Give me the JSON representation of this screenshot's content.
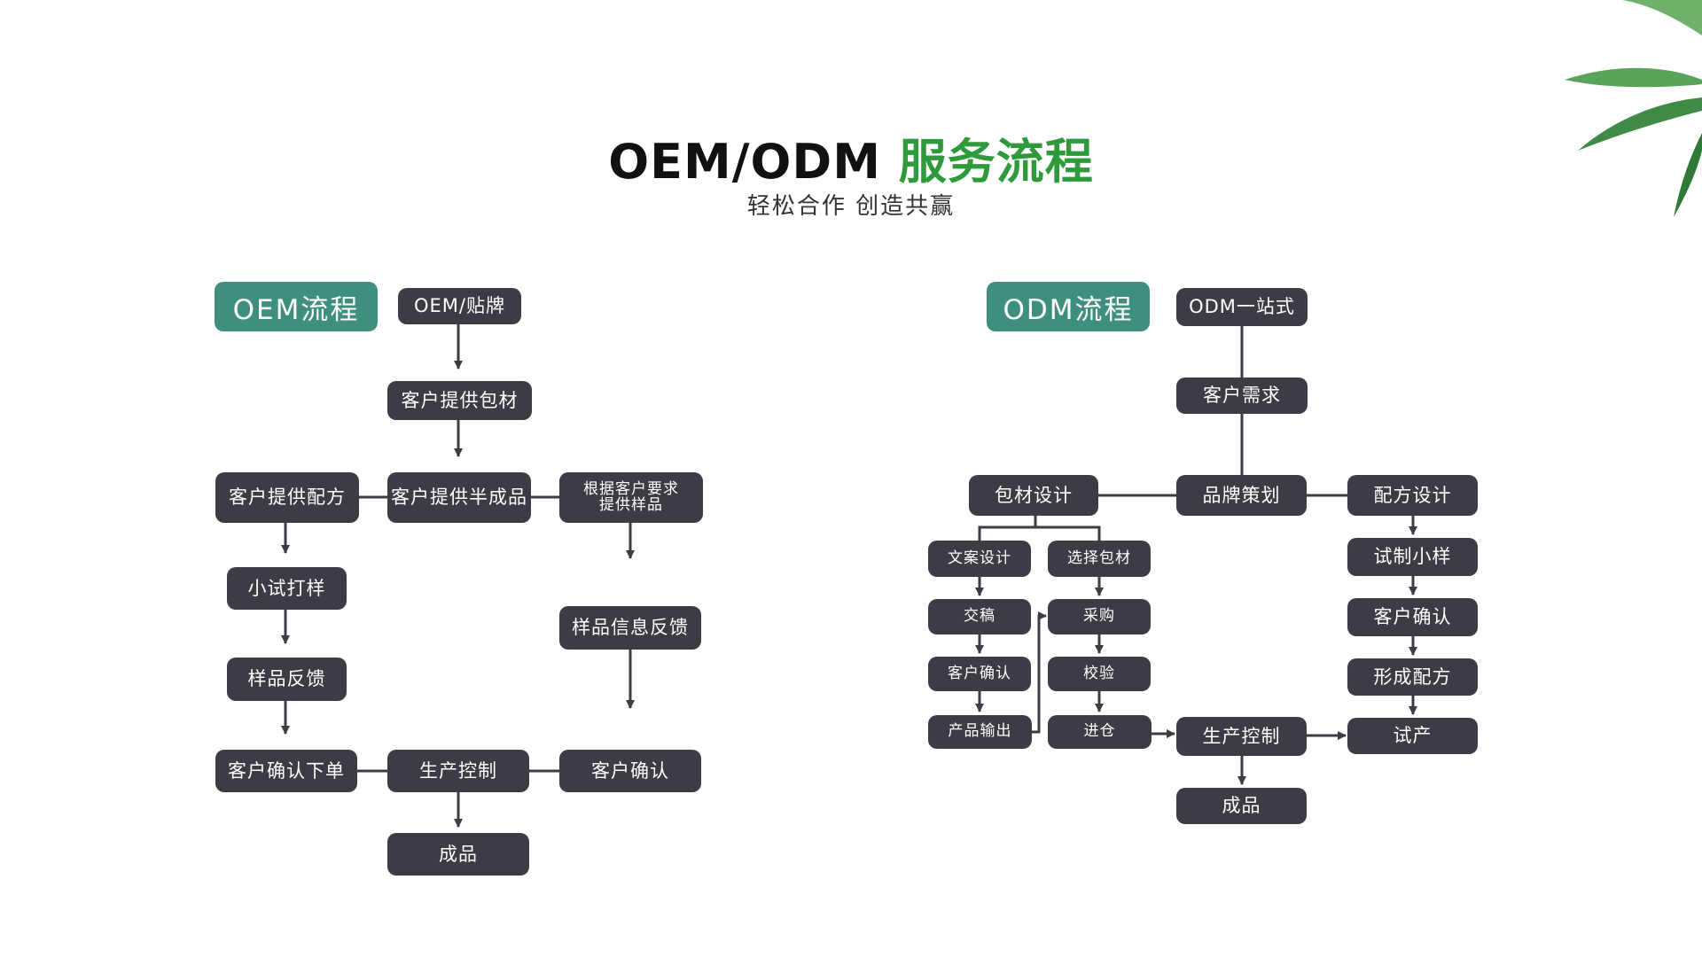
{
  "title": {
    "part1": "OEM/ODM ",
    "part2": "服务流程"
  },
  "subtitle": "轻松合作  创造共赢",
  "colors": {
    "node_bg": "#3c3d44",
    "tag_bg": "#3f8f7f",
    "title_accent": "#2f9a3b",
    "line": "#3c3d44"
  },
  "oem": {
    "tag": "OEM流程",
    "nodes": {
      "start": "OEM/贴牌",
      "provide_pack": "客户提供包材",
      "provide_formula": "客户提供配方",
      "provide_semi": "客户提供半成品",
      "sample_req": "根据客户要求\n提供样品",
      "trial": "小试打样",
      "sample_feedback": "样品反馈",
      "sample_info": "样品信息反馈",
      "confirm_order": "客户确认下单",
      "production": "生产控制",
      "confirm": "客户确认",
      "product": "成品"
    }
  },
  "odm": {
    "tag": "ODM流程",
    "nodes": {
      "start": "ODM一站式",
      "demand": "客户需求",
      "brand": "品牌策划",
      "pack_design": "包材设计",
      "formula_design": "配方设计",
      "copy_design": "文案设计",
      "choose_pack": "选择包材",
      "draft": "交稿",
      "purchase": "采购",
      "confirm": "客户确认",
      "check": "校验",
      "output": "产品输出",
      "warehouse": "进仓",
      "production": "生产控制",
      "small_trial": "试制小样",
      "confirm2": "客户确认",
      "form_formula": "形成配方",
      "trial_prod": "试产",
      "product": "成品"
    }
  }
}
